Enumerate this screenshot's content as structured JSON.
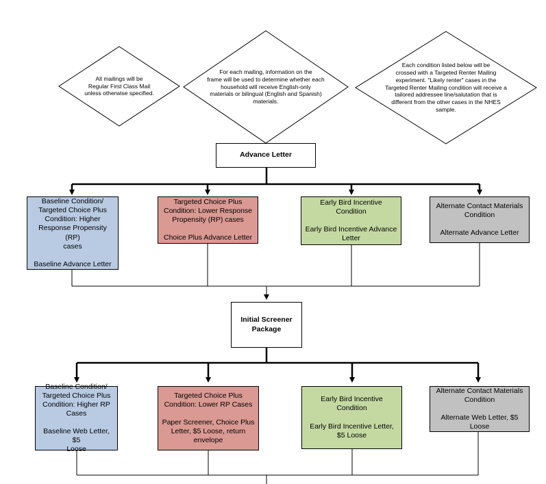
{
  "notes": [
    "All mailings will be\nRegular First Class Mail\nunless otherwise specified.",
    "For each mailing, information on the\nframe will be used to determine whether each\nhousehold will receive English-only\nmaterials or bilingual (English and Spanish)\nmaterials.",
    "Each condition listed below will be\ncrossed with a Targeted Renter Mailing\nexperiment. \"Likely renter\" cases in the\nTargeted Renter Mailing condition will receive a\ntailored addressee line/salutation that is\ndifferent from the other cases in the NHES\nsample."
  ],
  "stages": [
    {
      "title": "Advance Letter",
      "conditions": [
        {
          "text": "Baseline Condition/\nTargeted Choice Plus\nCondition: Higher\nResponse Propensity (RP)\ncases\n\nBaseline Advance Letter",
          "color": "#b9cbe3"
        },
        {
          "text": "Targeted Choice Plus\nCondition: Lower Response\nPropensity (RP) cases\n\nChoice Plus Advance Letter",
          "color": "#da9993"
        },
        {
          "text": "Early Bird Incentive\nCondition\n\nEarly Bird Incentive Advance\nLetter",
          "color": "#c4d9a2"
        },
        {
          "text": "Alternate Contact Materials\nCondition\n\nAlternate Advance Letter",
          "color": "#c1c1c1"
        }
      ]
    },
    {
      "title": "Initial Screener\nPackage",
      "conditions": [
        {
          "text": "Baseline Condition/\nTargeted Choice Plus\nCondition: Higher RP\nCases\n\nBaseline Web Letter, $5\nLoose",
          "color": "#b9cbe3"
        },
        {
          "text": "Targeted Choice Plus\nCondition: Lower RP Cases\n\nPaper Screener, Choice Plus\nLetter, $5 Loose, return\nenvelope",
          "color": "#da9993"
        },
        {
          "text": "Early Bird Incentive\nCondition\n\nEarly Bird Incentive Letter,\n$5 Loose",
          "color": "#c4d9a2"
        },
        {
          "text": "Alternate Contact Materials\nCondition\n\nAlternate Web Letter, $5\nLoose",
          "color": "#c1c1c1"
        }
      ]
    }
  ]
}
